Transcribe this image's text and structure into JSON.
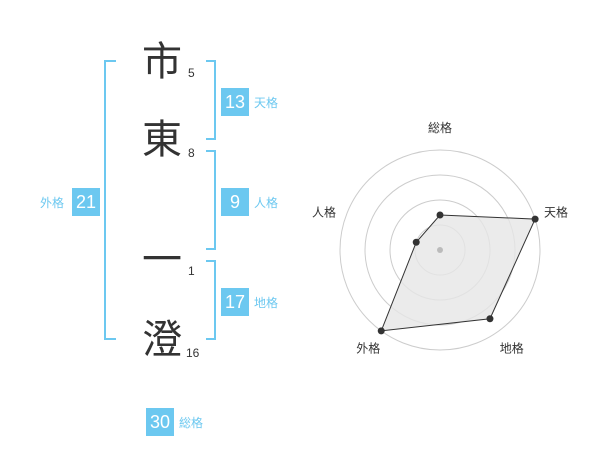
{
  "name": {
    "chars": [
      {
        "char": "市",
        "strokes": "5"
      },
      {
        "char": "東",
        "strokes": "8"
      },
      {
        "char": "一",
        "strokes": "1"
      },
      {
        "char": "澄",
        "strokes": "16"
      }
    ]
  },
  "fortune": {
    "tenkaku": {
      "value": "13",
      "label": "天格"
    },
    "jinkaku": {
      "value": "9",
      "label": "人格"
    },
    "chikaku": {
      "value": "17",
      "label": "地格"
    },
    "gaikaku": {
      "value": "21",
      "label": "外格"
    },
    "soukaku": {
      "value": "30",
      "label": "総格"
    }
  },
  "chart_data": {
    "type": "radar",
    "axes": [
      "総格",
      "天格",
      "地格",
      "外格",
      "人格"
    ],
    "values": [
      0.35,
      1.0,
      0.85,
      1.0,
      0.25
    ],
    "rings": 4,
    "colors": {
      "grid": "#cccccc",
      "fill": "#e6e6e6",
      "line": "#333333",
      "center": "#bbbbbb"
    }
  },
  "colors": {
    "accent": "#6cc8f0",
    "text": "#333333"
  }
}
